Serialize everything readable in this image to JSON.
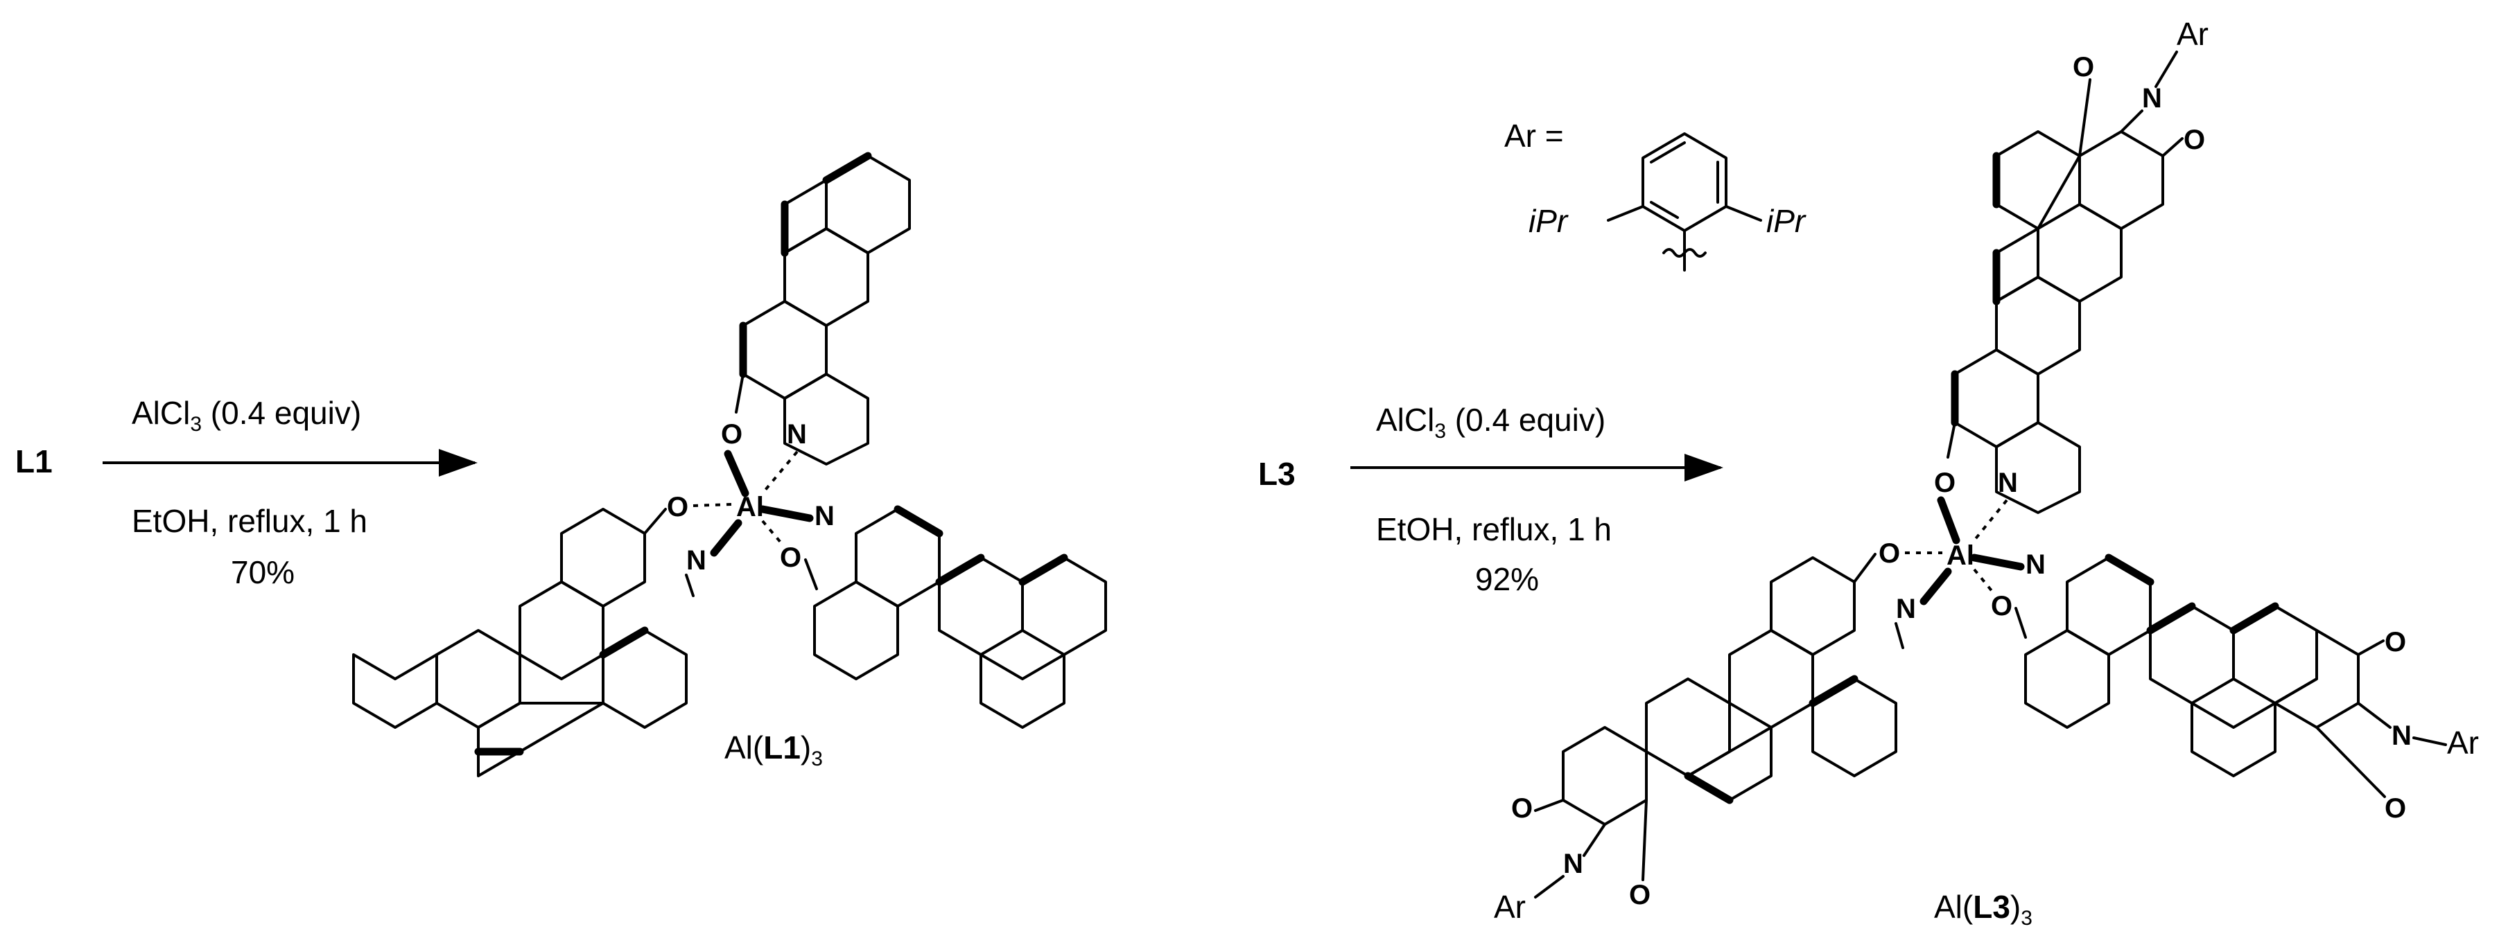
{
  "reactions": [
    {
      "reactant": "L1",
      "reagent_main": "AlCl",
      "reagent_sub": "3",
      "reagent_rest": " (0.4 equiv)",
      "conditions": "EtOH, reflux, 1 h",
      "yield": "70%",
      "product_prefix": "Al(",
      "product_ligand": "L1",
      "product_suffix": ")",
      "product_sub": "3"
    },
    {
      "reactant": "L3",
      "reagent_main": "AlCl",
      "reagent_sub": "3",
      "reagent_rest": " (0.4 equiv)",
      "conditions": "EtOH, reflux, 1 h",
      "yield": "92%",
      "product_prefix": "Al(",
      "product_ligand": "L3",
      "product_suffix": ")",
      "product_sub": "3"
    }
  ],
  "ar_definition": {
    "label": "Ar =",
    "substituent_left": "iPr",
    "substituent_right": "iPr"
  },
  "atoms": {
    "al": "Al",
    "o": "O",
    "n": "N",
    "ar": "Ar"
  }
}
